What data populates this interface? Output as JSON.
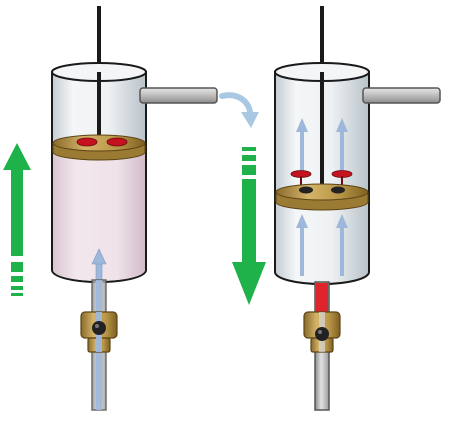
{
  "colors": {
    "background": "#ffffff",
    "cylinder_outline": "#1a1a1a",
    "cylinder_glass_light": "#f1f4f6",
    "cylinder_glass_shade": "#c9d2d8",
    "chamber_fluid": "#ecdfe6",
    "piston_brass": "#b89546",
    "piston_brass_dark": "#8a6a2a",
    "valve_open": "#c4121e",
    "flow_arrow": "#9db8da",
    "flow_arrow_edge": "#7e9cc4",
    "motion_arrow_green": "#1fb14a",
    "hint_arrow_blue": "#a9c8e4",
    "pipe_grey": "#bdbdbd",
    "pipe_edge": "#555555",
    "rod": "#1a1a1a",
    "inlet_red": "#e0242b"
  },
  "stages": [
    {
      "id": "stroke-up",
      "piston": "lower-chamber-filled",
      "motion": "up"
    },
    {
      "id": "stroke-down",
      "piston": "valves-open",
      "motion": "down"
    }
  ]
}
